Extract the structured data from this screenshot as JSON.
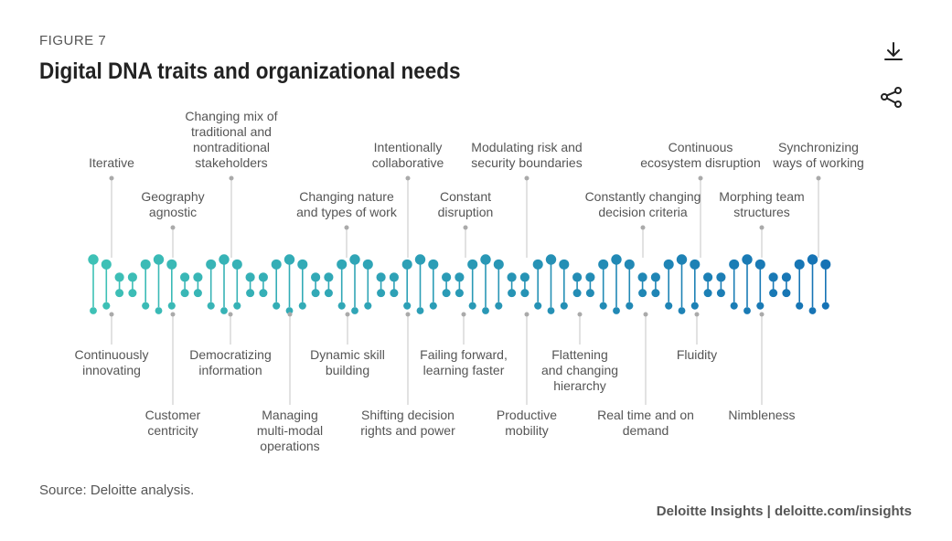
{
  "figure": {
    "label": "FIGURE 7",
    "title": "Digital DNA traits and organizational needs"
  },
  "icons": {
    "download": "download-icon",
    "share": "share-icon"
  },
  "colors": {
    "teal": "#3ec1b6",
    "blue": "#1673b5"
  },
  "traits_top": [
    {
      "lines": [
        "Iterative"
      ]
    },
    {
      "lines": [
        "Geography",
        "agnostic"
      ]
    },
    {
      "lines": [
        "Changing mix of",
        "traditional and",
        "nontraditional",
        "stakeholders"
      ]
    },
    {
      "lines": [
        "Changing nature",
        "and  types of work"
      ]
    },
    {
      "lines": [
        "Intentionally",
        "collaborative"
      ]
    },
    {
      "lines": [
        "Constant",
        "disruption"
      ]
    },
    {
      "lines": [
        "Modulating risk and",
        "security boundaries"
      ]
    },
    {
      "lines": [
        "Constantly changing",
        "decision criteria"
      ]
    },
    {
      "lines": [
        "Continuous",
        "ecosystem disruption"
      ]
    },
    {
      "lines": [
        "Morphing team",
        "structures"
      ]
    },
    {
      "lines": [
        "Synchronizing",
        "ways of working"
      ]
    }
  ],
  "traits_bottom": [
    {
      "lines": [
        "Continuously",
        "innovating"
      ]
    },
    {
      "lines": [
        "Customer",
        "centricity"
      ]
    },
    {
      "lines": [
        "Democratizing",
        "information"
      ]
    },
    {
      "lines": [
        "Managing",
        "multi-modal",
        "operations"
      ]
    },
    {
      "lines": [
        "Dynamic skill",
        "building"
      ]
    },
    {
      "lines": [
        "Shifting decision",
        "rights and power"
      ]
    },
    {
      "lines": [
        "Failing forward,",
        "learning faster"
      ]
    },
    {
      "lines": [
        "Productive",
        "mobility"
      ]
    },
    {
      "lines": [
        "Flattening",
        "and changing",
        "hierarchy"
      ]
    },
    {
      "lines": [
        "Real time and on",
        "demand"
      ]
    },
    {
      "lines": [
        "Fluidity"
      ]
    },
    {
      "lines": [
        "Nimbleness"
      ]
    }
  ],
  "source": "Source: Deloitte analysis.",
  "footer": "Deloitte Insights | deloitte.com/insights"
}
